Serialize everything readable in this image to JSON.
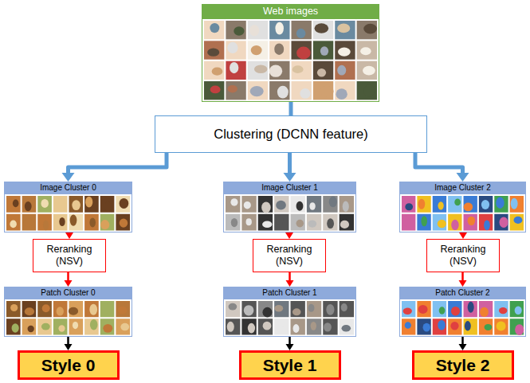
{
  "diagram": {
    "nodes": [
      {
        "text": [
          "Web images"
        ]
      },
      {
        "text": [
          "Clustering (DCNN feature)"
        ]
      },
      {
        "text": [
          "Image Cluster 0"
        ]
      },
      {
        "text": [
          "Image Cluster 1"
        ]
      },
      {
        "text": [
          "Image Cluster 2"
        ]
      },
      {
        "text": [
          "Reranking (NSV)"
        ]
      },
      {
        "text": [
          "Reranking (NSV)"
        ]
      },
      {
        "text": [
          "Reranking (NSV)"
        ]
      },
      {
        "text": [
          "Patch Cluster 0"
        ]
      },
      {
        "text": [
          "Patch Cluster 1"
        ]
      },
      {
        "text": [
          "Patch Cluster 2"
        ]
      },
      {
        "text": [
          "Style 0"
        ]
      },
      {
        "text": [
          "Style 1"
        ]
      },
      {
        "text": [
          "Style 2"
        ]
      }
    ],
    "edges": [
      {
        "from": 0,
        "to": 1,
        "arrow": "none"
      },
      {
        "from": 1,
        "to": 2,
        "arrow": "to"
      },
      {
        "from": 1,
        "to": 3,
        "arrow": "to"
      },
      {
        "from": 1,
        "to": 4,
        "arrow": "to"
      },
      {
        "from": 2,
        "to": 5,
        "arrow": "to"
      },
      {
        "from": 3,
        "to": 6,
        "arrow": "to"
      },
      {
        "from": 4,
        "to": 7,
        "arrow": "to"
      },
      {
        "from": 5,
        "to": 8,
        "arrow": "to"
      },
      {
        "from": 6,
        "to": 9,
        "arrow": "to"
      },
      {
        "from": 7,
        "to": 10,
        "arrow": "to"
      },
      {
        "from": 8,
        "to": 11,
        "arrow": "to"
      },
      {
        "from": 9,
        "to": 12,
        "arrow": "to"
      },
      {
        "from": 10,
        "to": 13,
        "arrow": "to"
      }
    ]
  }
}
